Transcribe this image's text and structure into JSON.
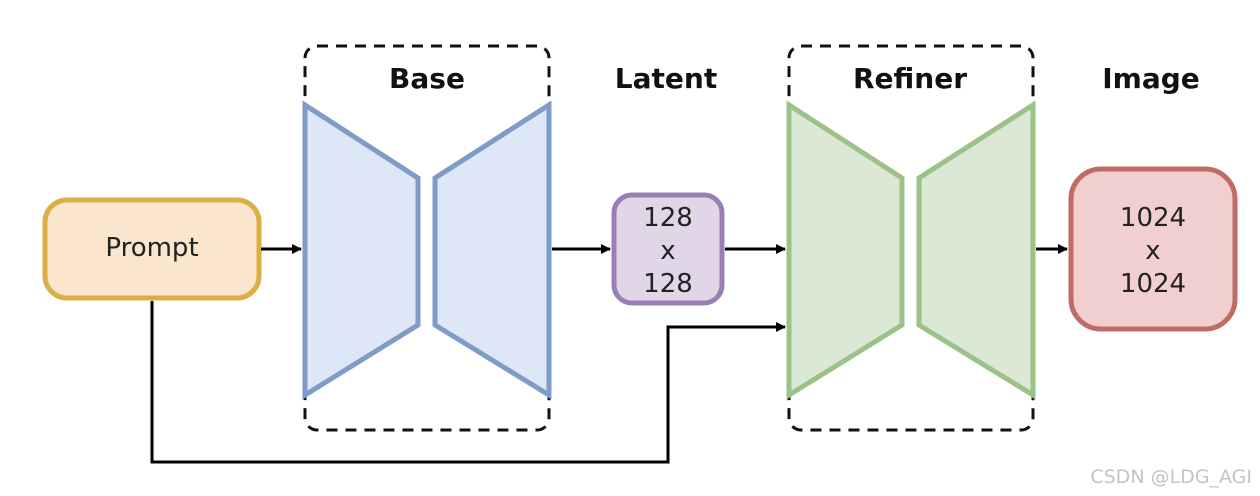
{
  "labels": {
    "base": "Base",
    "latent": "Latent",
    "refiner": "Refiner",
    "image": "Image"
  },
  "prompt_box": {
    "text": "Prompt"
  },
  "latent_box": {
    "line1": "128",
    "line2": "x",
    "line3": "128"
  },
  "image_box": {
    "line1": "1024",
    "line2": "x",
    "line3": "1024"
  },
  "watermark": "CSDN @LDG_AGI",
  "colors": {
    "prompt_fill": "#fae6cf",
    "prompt_stroke": "#dcae46",
    "base_fill": "#dde7f8",
    "base_stroke": "#7f9cc8",
    "latent_fill": "#e1d6e8",
    "latent_stroke": "#9a7fb4",
    "refiner_fill": "#dbe8d5",
    "refiner_stroke": "#9cc289",
    "image_fill": "#f2cfcf",
    "image_stroke": "#bf6c67",
    "arrow": "#000000"
  }
}
